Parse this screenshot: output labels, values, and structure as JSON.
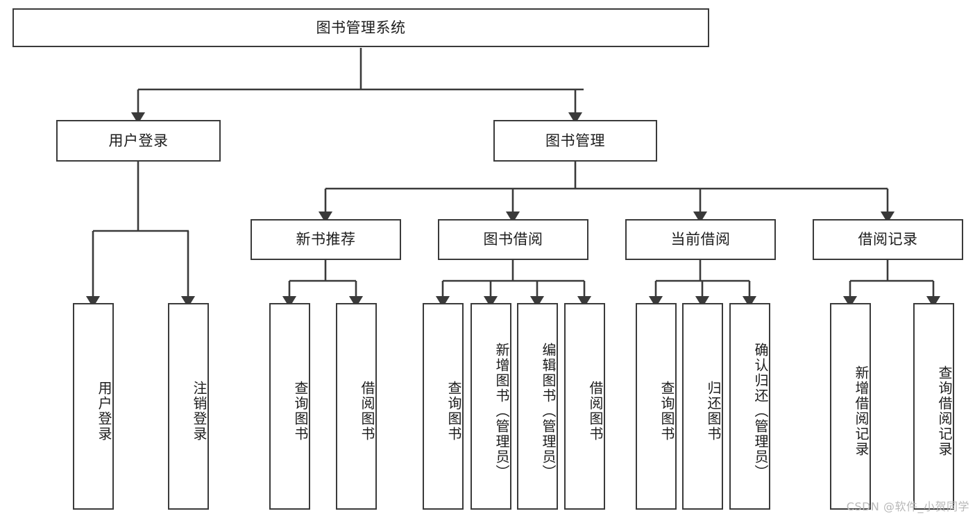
{
  "diagram": {
    "title": "图书管理系统",
    "type": "tree-hierarchy",
    "watermark": "CSDN @软件_小贺同学",
    "colors": {
      "stroke": "#3a3a3a",
      "fill": "#ffffff",
      "text": "#1c1c1c",
      "watermark": "#b8b8b8"
    },
    "nodes": {
      "root": "图书管理系统",
      "level2": [
        "用户登录",
        "图书管理"
      ],
      "level3": [
        "新书推荐",
        "图书借阅",
        "当前借阅",
        "借阅记录"
      ],
      "leaves": {
        "user_login": [
          "用户登录",
          "注销登录"
        ],
        "new_book": [
          "查询图书",
          "借阅图书"
        ],
        "book_borrow": [
          "查询图书",
          "新增图书（管理员）",
          "编辑图书（管理员）",
          "借阅图书"
        ],
        "current_borrow": [
          "查询图书",
          "归还图书",
          "确认归还（管理员）"
        ],
        "borrow_record": [
          "新增借阅记录",
          "查询借阅记录"
        ]
      }
    }
  }
}
